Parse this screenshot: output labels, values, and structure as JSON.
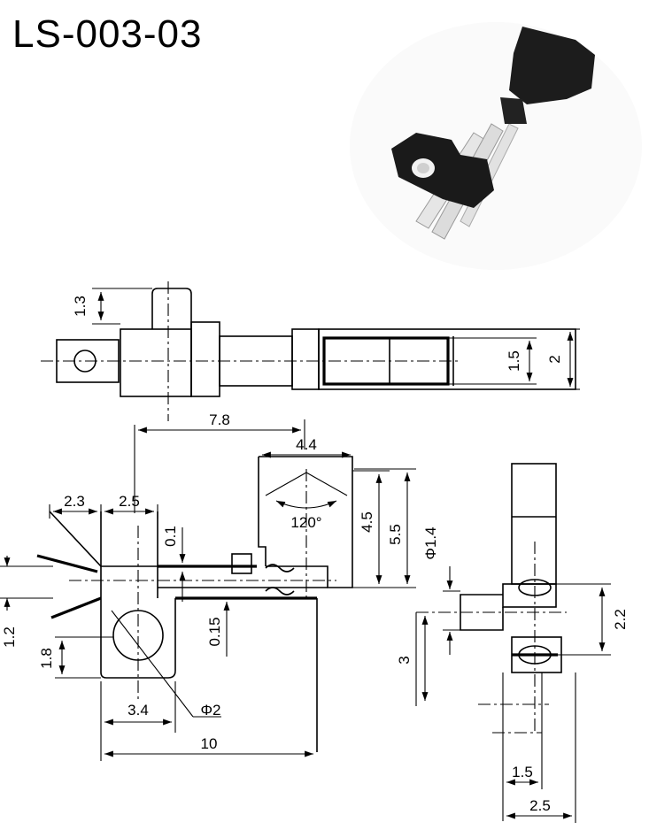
{
  "title": "LS-003-03",
  "dimensions": {
    "top_1_3": "1.3",
    "top_1_5": "1.5",
    "top_2": "2",
    "d_7_8": "7.8",
    "d_4_4": "4.4",
    "d_2_3": "2.3",
    "d_2_5": "2.5",
    "d_0_1": "0.1",
    "d_120": "120°",
    "d_4_5": "4.5",
    "d_5_5": "5.5",
    "d_1_2": "1.2",
    "d_1_8": "1.8",
    "d_0_15": "0.15",
    "d_3_4": "3.4",
    "d_phi2": "Φ2",
    "d_10": "10",
    "s_phi1_4": "Φ1.4",
    "s_2_2": "2.2",
    "s_3": "3",
    "s_1_5": "1.5",
    "s_2_5": "2.5"
  },
  "colors": {
    "line": "#000000",
    "part": "#1a1a1a",
    "pin": "#e8e8e8"
  }
}
